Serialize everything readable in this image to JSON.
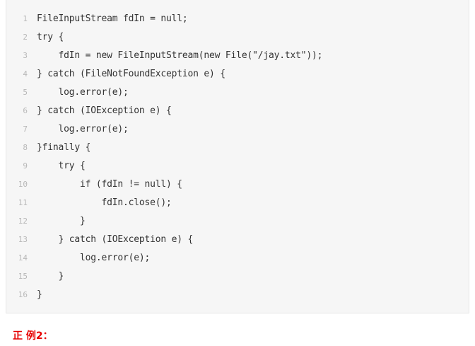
{
  "code": {
    "lines": [
      {
        "no": "1",
        "text": "FileInputStream fdIn = null;"
      },
      {
        "no": "2",
        "text": "try {"
      },
      {
        "no": "3",
        "text": "    fdIn = new FileInputStream(new File(\"/jay.txt\"));"
      },
      {
        "no": "4",
        "text": "} catch (FileNotFoundException e) {"
      },
      {
        "no": "5",
        "text": "    log.error(e);"
      },
      {
        "no": "6",
        "text": "} catch (IOException e) {"
      },
      {
        "no": "7",
        "text": "    log.error(e);"
      },
      {
        "no": "8",
        "text": "}finally {"
      },
      {
        "no": "9",
        "text": "    try {"
      },
      {
        "no": "10",
        "text": "        if (fdIn != null) {"
      },
      {
        "no": "11",
        "text": "            fdIn.close();"
      },
      {
        "no": "12",
        "text": "        }"
      },
      {
        "no": "13",
        "text": "    } catch (IOException e) {"
      },
      {
        "no": "14",
        "text": "        log.error(e);"
      },
      {
        "no": "15",
        "text": "    }"
      },
      {
        "no": "16",
        "text": "}"
      }
    ]
  },
  "heading": {
    "text": "正 例2："
  },
  "colors": {
    "code_background": "#f6f6f6",
    "line_number": "#b8b8b8",
    "code_text": "#333333",
    "heading": "#e60000"
  }
}
